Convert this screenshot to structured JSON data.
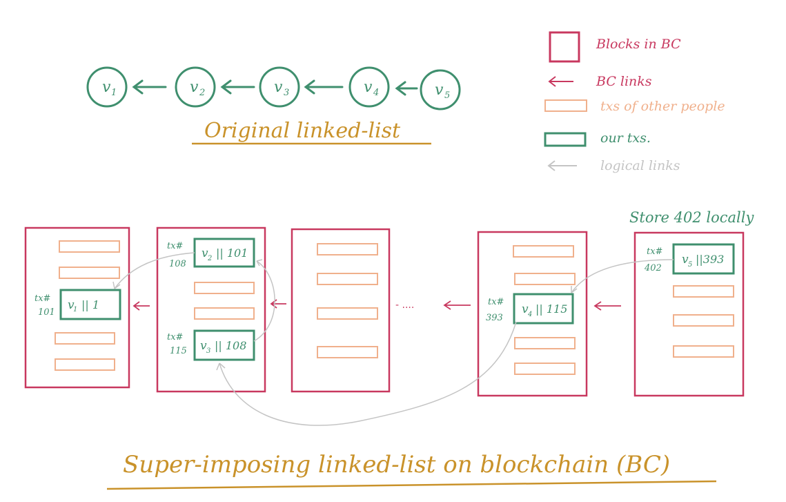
{
  "colors": {
    "block": "#c8385f",
    "other_tx": "#f0b08c",
    "our_tx": "#3f8f6e",
    "logical": "#c4c4c4",
    "title": "#c9922a"
  },
  "top_list": {
    "nodes": [
      {
        "label": "v",
        "sub": "1"
      },
      {
        "label": "v",
        "sub": "2"
      },
      {
        "label": "v",
        "sub": "3"
      },
      {
        "label": "v",
        "sub": "4"
      },
      {
        "label": "v",
        "sub": "5"
      }
    ],
    "caption": "Original linked-list"
  },
  "legend": {
    "blocks": "Blocks in BC",
    "bc_links": "BC links",
    "other_txs": "txs of other people",
    "our_txs": "our txs.",
    "logical_links": "logical links"
  },
  "store_note": "Store 402 locally",
  "ellipsis": "- ....",
  "blocks": [
    {
      "our_tx": {
        "tx_label": "tx#",
        "tx_id": "101",
        "var": "v",
        "sub": "1",
        "ptr": "|| 1"
      }
    },
    {
      "our_tx_a": {
        "tx_label": "tx#",
        "tx_id": "108",
        "var": "v",
        "sub": "2",
        "ptr": "|| 101"
      },
      "our_tx_b": {
        "tx_label": "tx#",
        "tx_id": "115",
        "var": "v",
        "sub": "3",
        "ptr": "|| 108"
      }
    },
    {},
    {
      "our_tx": {
        "tx_label": "tx#",
        "tx_id": "393",
        "var": "v",
        "sub": "4",
        "ptr": "|| 115"
      }
    },
    {
      "our_tx": {
        "tx_label": "tx#",
        "tx_id": "402",
        "var": "v",
        "sub": "5",
        "ptr": "||393"
      }
    }
  ],
  "bottom_caption": "Super-imposing linked-list on blockchain (BC)"
}
